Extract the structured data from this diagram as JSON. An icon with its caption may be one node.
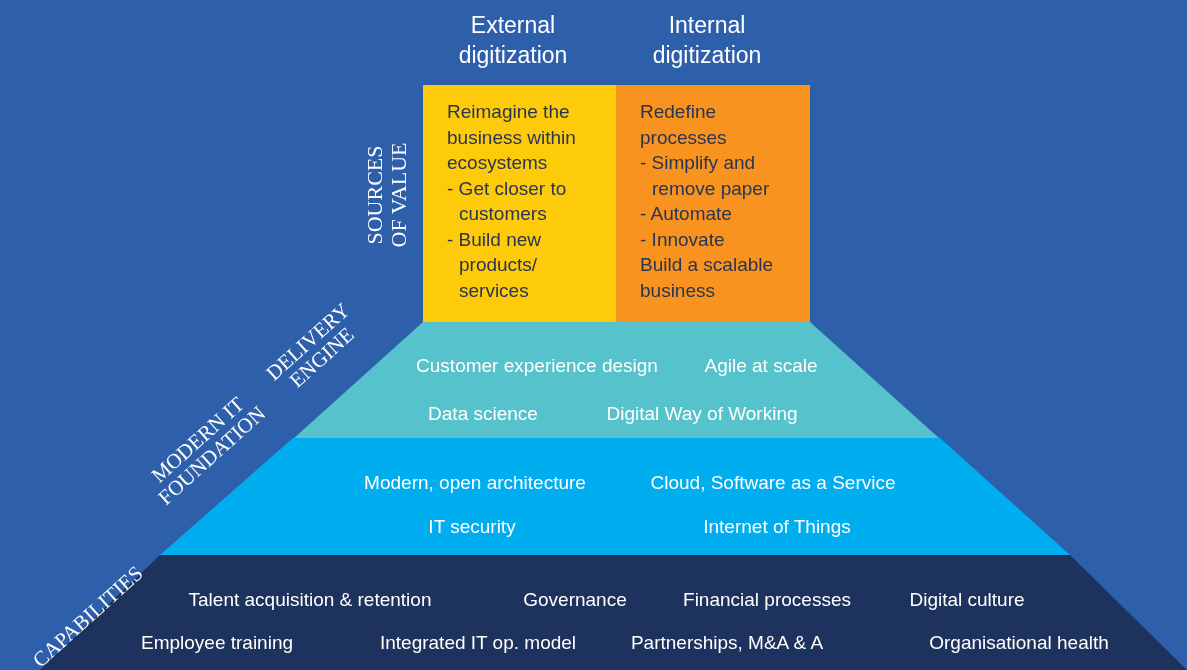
{
  "diagram": {
    "nodes": [
      {
        "text": [
          "Reimagine the business within ecosystems",
          "- Get closer to customers",
          "- Build new products/ services"
        ],
        "beside": [
          "External digitization"
        ]
      },
      {
        "text": [
          "Redefine processes",
          "- Simplify and remove paper",
          "- Automate",
          "- Innovate",
          "Build a scalable business"
        ],
        "beside": [
          "Internal digitization"
        ]
      },
      {
        "text": [
          "DELIVERY ENGINE",
          "Customer experience design",
          "Agile at scale",
          "Data science",
          "Digital Way of Working"
        ]
      },
      {
        "text": [
          "MODERN IT FOUNDATION",
          "Modern, open architecture",
          "Cloud, Software as a Service",
          "IT security",
          "Internet of Things"
        ]
      },
      {
        "text": [
          "CAPABILITIES",
          "Talent acquisition & retention",
          "Governance",
          "Financial processes",
          "Digital culture",
          "Employee training",
          "Integrated IT op. model",
          "Partnerships, M&A & A",
          "Organisational health"
        ]
      }
    ],
    "edges": [],
    "labels": [
      "SOURCES OF VALUE"
    ]
  }
}
